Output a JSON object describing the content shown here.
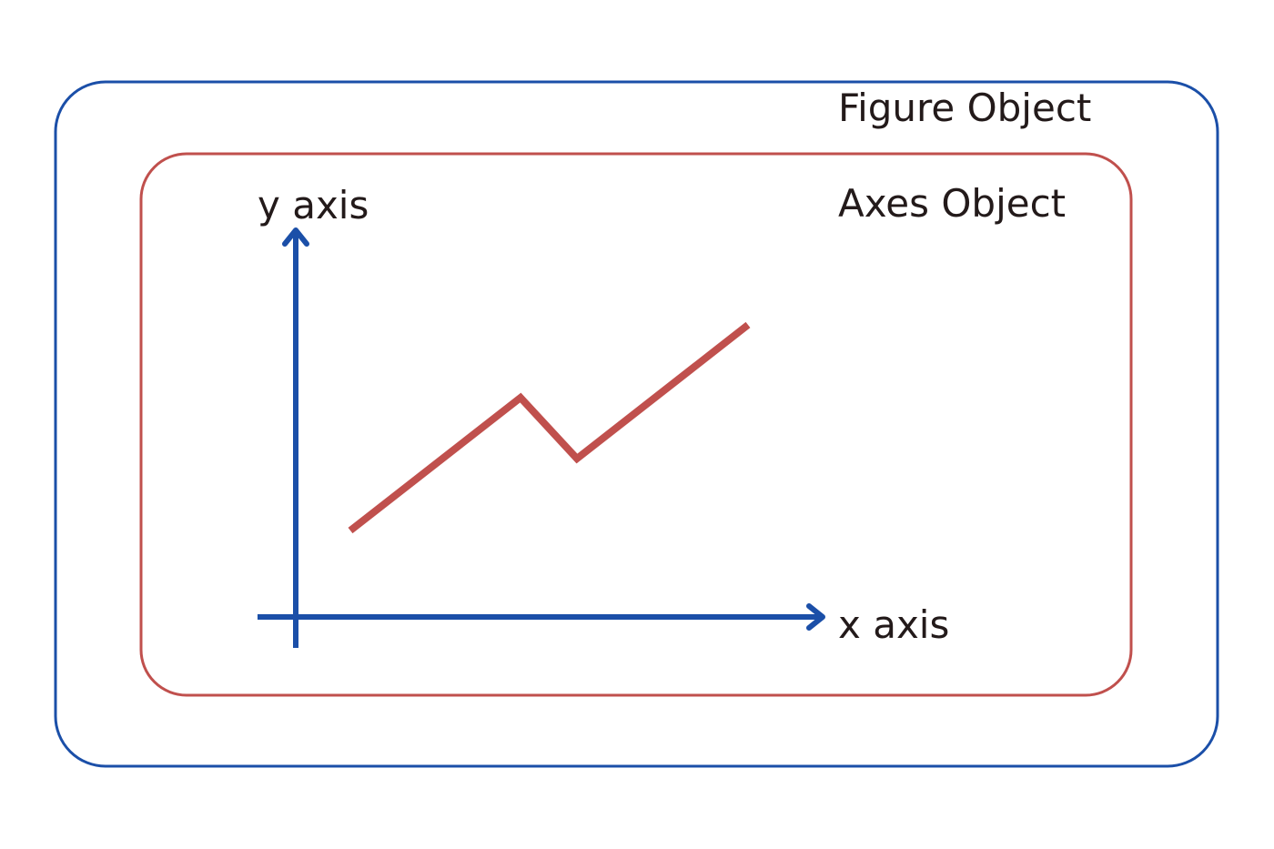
{
  "labels": {
    "figure": "Figure Object",
    "axes": "Axes Object",
    "y_axis": "y axis",
    "x_axis": "x axis"
  },
  "colors": {
    "figure_border": "#1b4fa8",
    "axes_border": "#c0504d",
    "axis_lines": "#1b4fa8",
    "data_line": "#c0504d",
    "text": "#231a1a"
  }
}
